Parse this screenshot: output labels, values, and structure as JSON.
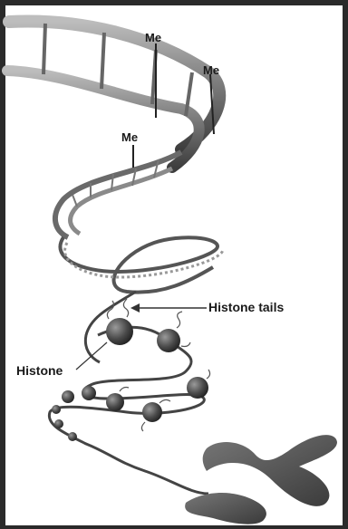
{
  "labels": {
    "me_1": "Me",
    "me_2": "Me",
    "me_3": "Me",
    "histone_tails": "Histone tails",
    "histone": "Histone"
  },
  "colors": {
    "frame": "#2a2a2a",
    "panel": "#ffffff",
    "strand": "#5a5a5a",
    "strand_light": "#d8d8d8",
    "nucleosome": "#4a4a4a",
    "chromosome": "#555555",
    "text": "#1a1a1a"
  },
  "icons": {
    "dna_ladder": "dna-double-helix-icon",
    "nucleosome": "nucleosome-bead-icon",
    "chromosome": "chromosome-icon"
  }
}
